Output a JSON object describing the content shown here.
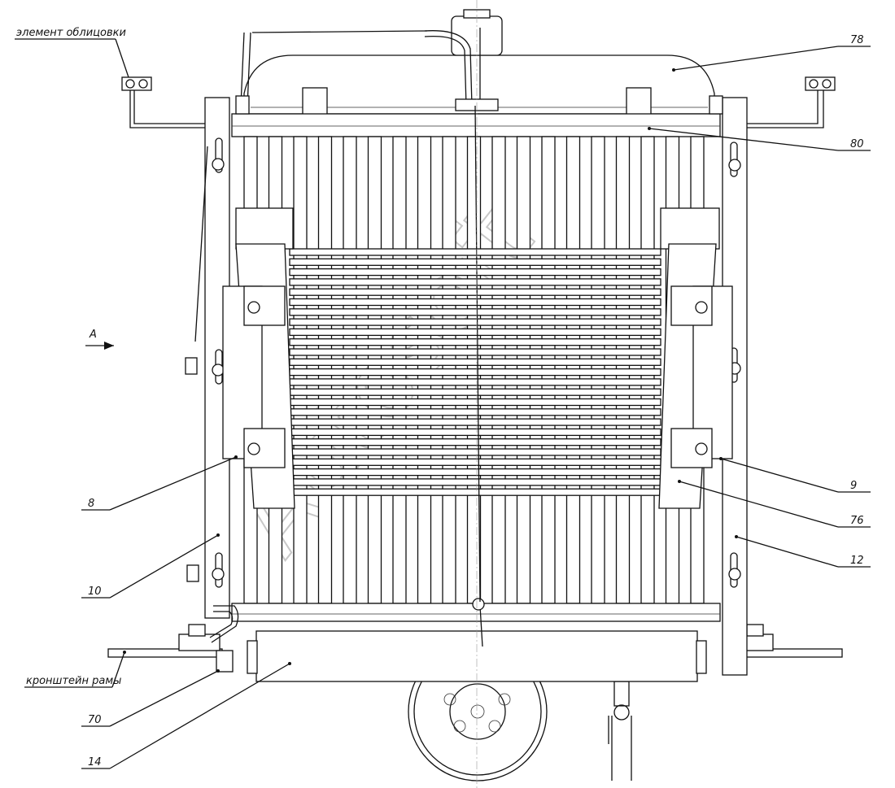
{
  "diagram": {
    "watermark": "Autosoft",
    "view_arrow": "А",
    "callouts": {
      "top_left": "элемент облицовки",
      "n78": "78",
      "n80": "80",
      "n9": "9",
      "n76": "76",
      "n12": "12",
      "n8": "8",
      "n10": "10",
      "bottom_left": "кронштейн рамы",
      "n70": "70",
      "n14": "14"
    }
  }
}
